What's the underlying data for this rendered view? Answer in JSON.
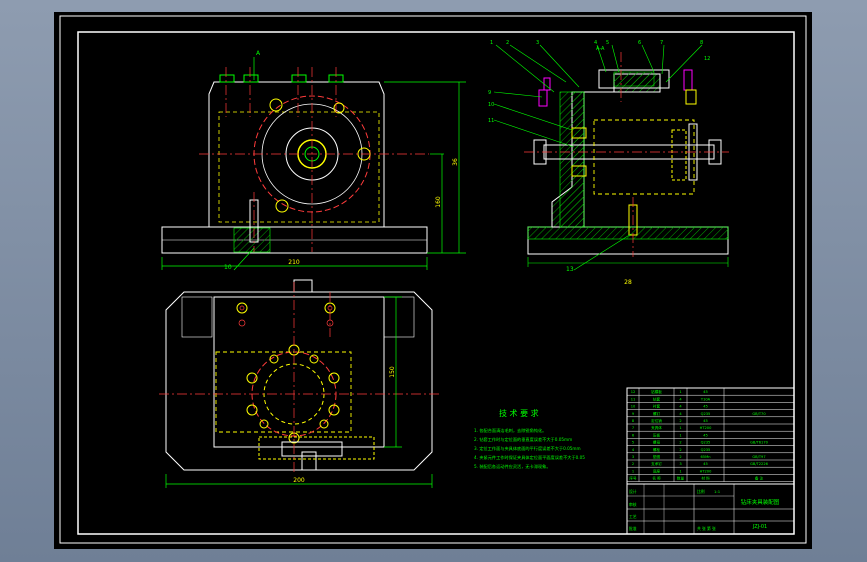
{
  "colors": {
    "background": "#000000",
    "outline": "#ffffff",
    "center_line": "#ff3b3b",
    "hidden": "#ffff00",
    "part": "#00ff00",
    "dimension": "#00ff00",
    "hatch": "#00aa00",
    "accent": "#ff00ff",
    "app_frame": "#7d8ca1"
  },
  "drawing": {
    "section_mark": "A-A",
    "front_view": {
      "label_a": "A",
      "dim_width": "210",
      "dim_height_outer": "36",
      "dim_height_inner": "160",
      "leader_bottom": "10"
    },
    "side_view": {
      "dim_width": "28",
      "leader_bottom": "13",
      "callouts": [
        "1",
        "2",
        "3",
        "4",
        "5",
        "6",
        "7",
        "8",
        "9",
        "10",
        "11",
        "12"
      ]
    },
    "plan_view": {
      "dim_width": "200",
      "dim_height": "150"
    },
    "tech_req": {
      "title": "技 术 要 求",
      "items": [
        "1. 各配合面清洁毛刺，去除锐角钝化。",
        "2. 钻套工作时与定位面的垂直度误差不大于0.05mm",
        "3. 定位工作面与夹具体底面的平行度误差不大于0.05mm",
        "4. 夹紧元件工作时保证夹具体定位面平面度误差不大于0.05",
        "5. 装配后各运动件应灵活，无卡滞现象。"
      ]
    },
    "title_block": {
      "drawing_name": "钻床夹具装配图",
      "drawing_no": "JZJ-01",
      "rows": [
        [
          "12",
          "钻模板",
          "1",
          "45",
          ""
        ],
        [
          "11",
          "钻套",
          "4",
          "T10A",
          ""
        ],
        [
          "10",
          "衬套",
          "4",
          "45",
          ""
        ],
        [
          "9",
          "螺钉",
          "4",
          "Q235",
          "GB/T70"
        ],
        [
          "8",
          "定位销",
          "2",
          "45",
          ""
        ],
        [
          "7",
          "夹具体",
          "1",
          "HT200",
          ""
        ],
        [
          "6",
          "压板",
          "1",
          "45",
          ""
        ],
        [
          "5",
          "螺母",
          "2",
          "Q235",
          "GB/T6170"
        ],
        [
          "4",
          "螺栓",
          "2",
          "Q235",
          ""
        ],
        [
          "3",
          "垫圈",
          "2",
          "65Mn",
          "GB/T97"
        ],
        [
          "2",
          "支承钉",
          "3",
          "45",
          "GB/T2226"
        ],
        [
          "1",
          "底座",
          "1",
          "HT200",
          ""
        ]
      ],
      "header": [
        "序号",
        "名 称",
        "数量",
        "材 料",
        "备 注"
      ],
      "sign_labels": [
        "设计",
        "审核",
        "工艺",
        "批准"
      ],
      "scale_label": "比例",
      "scale_value": "1:1",
      "sheet_label": "共 张 第 张"
    }
  }
}
